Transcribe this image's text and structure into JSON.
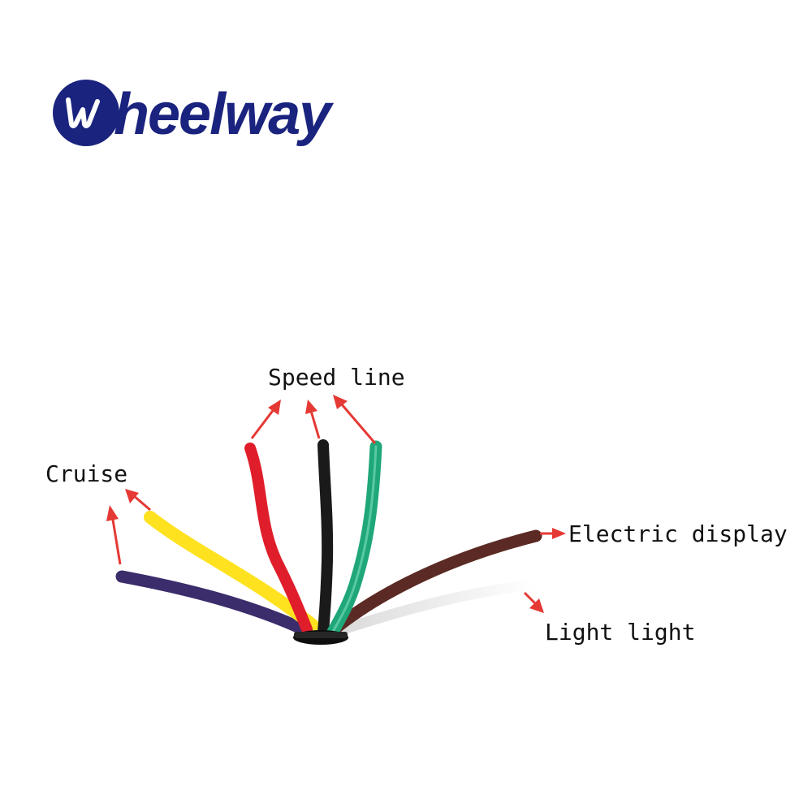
{
  "logo": {
    "text": "wheelway",
    "badge_letter": "w",
    "brand_color": "#1a237e"
  },
  "labels": {
    "speed_line": "Speed line",
    "cruise": "Cruise",
    "electric_display": "Electric display",
    "light_light": "Light light"
  },
  "colors": {
    "arrow": "#e53935",
    "wire_purple": "#3b2d6b",
    "wire_yellow": "#ffe21f",
    "wire_red": "#e01e2b",
    "wire_black": "#1a1a1a",
    "wire_green": "#1fa77a",
    "wire_brown": "#5b2a24",
    "wire_white": "#eeeeee",
    "sheath": "#0e0e0e"
  }
}
